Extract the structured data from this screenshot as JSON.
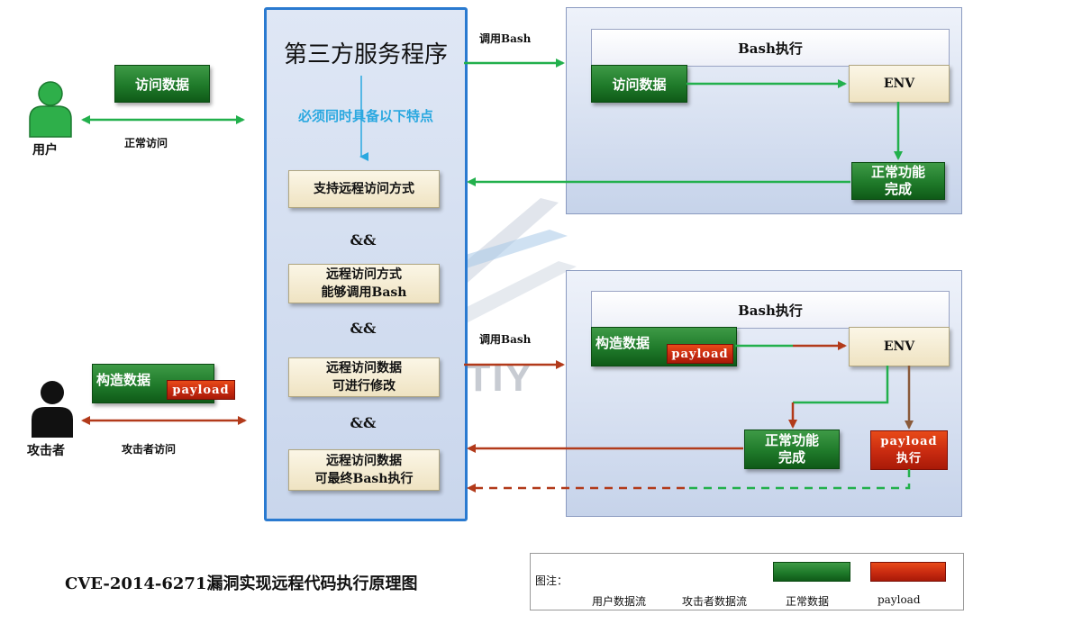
{
  "service": {
    "title": "第三方服务程序",
    "subtitle": "必须同时具备以下特点",
    "conditions": [
      "支持远程访问方式",
      "远程访问方式\n能够调用Bash",
      "远程访问数据\n可进行修改",
      "远程访问数据\n可最终Bash执行"
    ],
    "and_symbol": "&&"
  },
  "user": {
    "label": "用户",
    "data_box": "访问数据",
    "access_label": "正常访问"
  },
  "attacker": {
    "label": "攻击者",
    "data_box": "构造数据",
    "payload": "payload",
    "access_label": "攻击者访问"
  },
  "top_panel": {
    "call_label": "调用Bash",
    "header": "Bash执行",
    "data_box": "访问数据",
    "env": "ENV",
    "result": "正常功能\n完成"
  },
  "bottom_panel": {
    "call_label": "调用Bash",
    "header": "Bash执行",
    "data_box": "构造数据",
    "payload": "payload",
    "env": "ENV",
    "result": "正常功能\n完成",
    "payload_exec": "payload\n执行"
  },
  "caption": "CVE-2014-6271漏洞实现远程代码执行原理图",
  "legend": {
    "title": "图注：",
    "items": [
      "用户数据流",
      "攻击者数据流",
      "正常数据",
      "payload"
    ]
  },
  "watermark": "ANTIY",
  "colors": {
    "user_flow": "#22b04c",
    "attacker_flow": "#b23a1a",
    "service_border": "#2a7ad0",
    "subtitle_text": "#2aa8e0"
  }
}
